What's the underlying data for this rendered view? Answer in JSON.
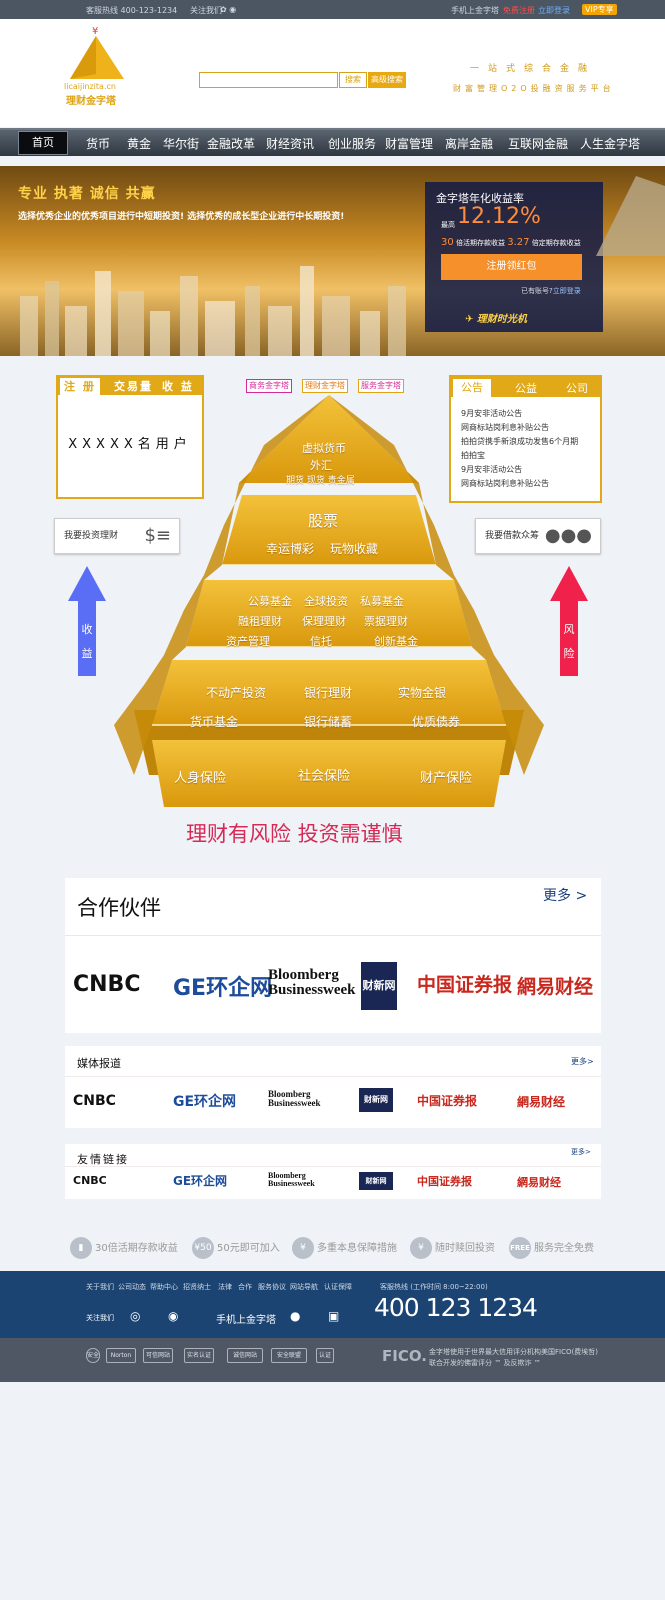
{
  "topbar": {
    "hotline": "客服热线 400-123-1234",
    "follow": "关注我们",
    "mobile": "手机上金字塔",
    "register": "免费注册",
    "login": "立即登录",
    "vip": "VIP专享"
  },
  "header": {
    "logo_domain": "licaijinzita.cn",
    "logo_name": "理财金字塔",
    "search_placeholder": "",
    "search_label": "搜索",
    "advanced_search_label": "高级搜索",
    "slogan1": "一站式综合金融",
    "slogan2": "财富管理O2O投融资服务平台"
  },
  "nav": {
    "items": [
      "首页",
      "货币",
      "黄金",
      "华尔街",
      "金融改革",
      "财经资讯",
      "创业服务",
      "财富管理",
      "离岸金融",
      "互联网金融",
      "人生金字塔"
    ]
  },
  "banner": {
    "headline": "专业  执著  诚信  共赢",
    "subline": "选择优秀企业的优秀项目进行中短期投资!  选择优秀的成长型企业进行中长期投资!",
    "rate_title": "金字塔年化收益率",
    "rate_max_label": "最高",
    "rate_value": "12.12%",
    "rate_sub_a": "30",
    "rate_sub_b": "倍活期存款收益",
    "rate_sub_c": "3.27",
    "rate_sub_d": "倍定期存款收益",
    "signup_btn": "注册领红包",
    "have_account": "已有账号?",
    "login_now": "立即登录",
    "time_machine": "理财时光机"
  },
  "left_panel": {
    "tabs": [
      "注 册",
      "交易量",
      "收 益"
    ],
    "user_count": "XXXXX名用户"
  },
  "pyramid_tags": [
    "商务金字塔",
    "理财金字塔",
    "服务金字塔"
  ],
  "right_panel": {
    "tabs": [
      "公告",
      "公益",
      "公司"
    ],
    "notices": [
      "9月安非活动公告",
      "网商标站岗利息补贴公告",
      "拍拍贷携手新浪成功发售6个月期",
      "拍拍宝",
      "9月安非活动公告",
      "网商标站岗利息补贴公告"
    ]
  },
  "side_buttons": {
    "invest": "我要投资理财",
    "borrow": "我要借款众筹"
  },
  "arrows": {
    "left": [
      "收",
      "益"
    ],
    "right": [
      "风",
      "险"
    ],
    "left_color": "#5a6df5",
    "right_color": "#f0224c"
  },
  "pyramid": {
    "tier1": [
      "虚拟货币",
      "外汇",
      "期货 现货 贵金属"
    ],
    "tier2": [
      "股票",
      "幸运博彩",
      "玩物收藏"
    ],
    "tier3": [
      "公募基金",
      "全球投资",
      "私募基金",
      "融租理财",
      "保理理财",
      "票据理财",
      "资产管理",
      "信托",
      "创新基金"
    ],
    "tier4": [
      "不动产投资",
      "银行理财",
      "实物金银",
      "货币基金",
      "银行储蓄",
      "优质债券"
    ],
    "tier5": [
      "人身保险",
      "社会保险",
      "财产保险"
    ],
    "color": "#e0a417"
  },
  "risk_text": "理财有风险    投资需谨慎",
  "partners": {
    "title": "合作伙伴",
    "more": "更多 >",
    "logos": [
      "CNBC",
      "GE环企网",
      "Bloomberg",
      "Businessweek",
      "财新网",
      "中国证券报",
      "網易财经"
    ]
  },
  "media": {
    "title": "媒体报道",
    "more": "更多>"
  },
  "friends": {
    "title": "友情链接",
    "more": "更多>"
  },
  "features": [
    {
      "icon": "bar-chart-icon",
      "glyph": "▮",
      "text": "30倍活期存款收益"
    },
    {
      "icon": "yen-50-icon",
      "glyph": "¥50",
      "text": "50元即可加入"
    },
    {
      "icon": "shield-yen-icon",
      "glyph": "¥",
      "text": "多重本息保障措施"
    },
    {
      "icon": "refresh-yen-icon",
      "glyph": "¥",
      "text": "随时赎回投资"
    },
    {
      "icon": "free-icon",
      "glyph": "FREE",
      "text": "服务完全免费"
    }
  ],
  "footer": {
    "links": [
      "关于我们",
      "公司动态",
      "帮助中心",
      "招贤纳士",
      "法律",
      "合作",
      "服务协议",
      "网站导航",
      "认证保障"
    ],
    "hotline_label": "客服热线 (工作时间 8:00~22:00)",
    "hotline": "400 123 1234",
    "follow": "关注我们",
    "mobile": "手机上金字塔",
    "certs": [
      "安全",
      "Norton",
      "可信网站",
      "实名认证",
      "诚信网站",
      "安全联盟",
      "认证"
    ],
    "fico": "FICO.",
    "fico_line1": "金字塔使用于世界最大信用评分机构美国FICO(费埃哲)",
    "fico_line2": "联合开发的佛雷评分 ™ 及反欺诈 ™"
  }
}
